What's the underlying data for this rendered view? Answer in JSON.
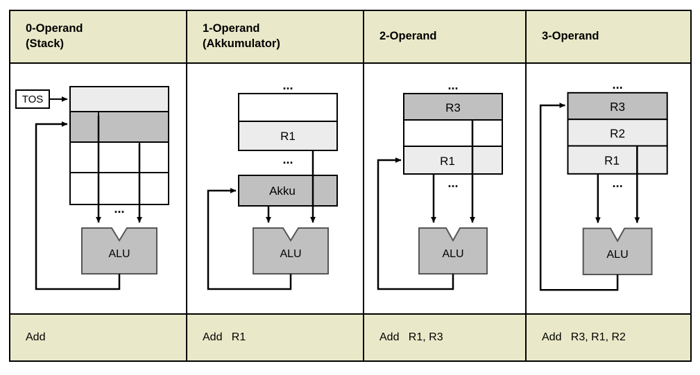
{
  "diagram": {
    "title_semantic": "operand-architecture-comparison",
    "colors": {
      "header_bg": "#e9e9c9",
      "footer_bg": "#e9e9c9",
      "light_gray": "#ececec",
      "dark_gray": "#c0c0c0",
      "white": "#ffffff",
      "line": "#000000"
    }
  },
  "columns": [
    {
      "id": "zero-operand",
      "header": "0-Operand\n(Stack)",
      "instruction": "Add",
      "storage_kind": "stack",
      "pointer_label": "TOS",
      "ellipsis_top": "",
      "ellipsis_mid": "...",
      "alu_label": "ALU",
      "cells": [
        {
          "label": "",
          "fill": "light"
        },
        {
          "label": "",
          "fill": "dark"
        },
        {
          "label": "",
          "fill": "white"
        },
        {
          "label": "",
          "fill": "white"
        }
      ]
    },
    {
      "id": "one-operand",
      "header": "1-Operand\n(Akkumulator)",
      "instruction": "Add   R1",
      "storage_kind": "register-file",
      "pointer_label": "",
      "ellipsis_top": "...",
      "ellipsis_mid": "...",
      "alu_label": "ALU",
      "accumulator_label": "Akku",
      "cells": [
        {
          "label": "",
          "fill": "white"
        },
        {
          "label": "R1",
          "fill": "light"
        }
      ]
    },
    {
      "id": "two-operand",
      "header": "2-Operand",
      "instruction": "Add   R1, R3",
      "storage_kind": "register-file",
      "pointer_label": "",
      "ellipsis_top": "...",
      "ellipsis_mid": "...",
      "alu_label": "ALU",
      "cells": [
        {
          "label": "R3",
          "fill": "dark"
        },
        {
          "label": "",
          "fill": "white"
        },
        {
          "label": "R1",
          "fill": "light"
        }
      ]
    },
    {
      "id": "three-operand",
      "header": "3-Operand",
      "instruction": "Add   R3, R1, R2",
      "storage_kind": "register-file",
      "pointer_label": "",
      "ellipsis_top": "...",
      "ellipsis_mid": "...",
      "alu_label": "ALU",
      "cells": [
        {
          "label": "R3",
          "fill": "dark"
        },
        {
          "label": "R2",
          "fill": "light"
        },
        {
          "label": "R1",
          "fill": "light"
        }
      ]
    }
  ]
}
